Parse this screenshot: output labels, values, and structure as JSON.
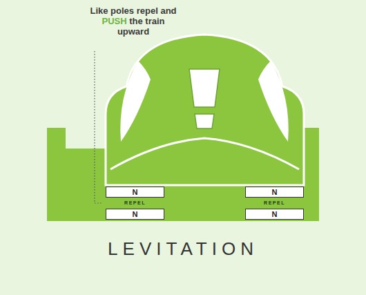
{
  "diagram": {
    "title": "LEVITATION",
    "nodes": [
      {
        "text": [
          "N"
        ]
      },
      {
        "text": [
          "N"
        ]
      },
      {
        "text": [
          "N"
        ]
      },
      {
        "text": [
          "N"
        ]
      }
    ],
    "labels": [
      "Like poles repel and PUSH the train upward",
      "REPEL",
      "REPEL"
    ]
  }
}
